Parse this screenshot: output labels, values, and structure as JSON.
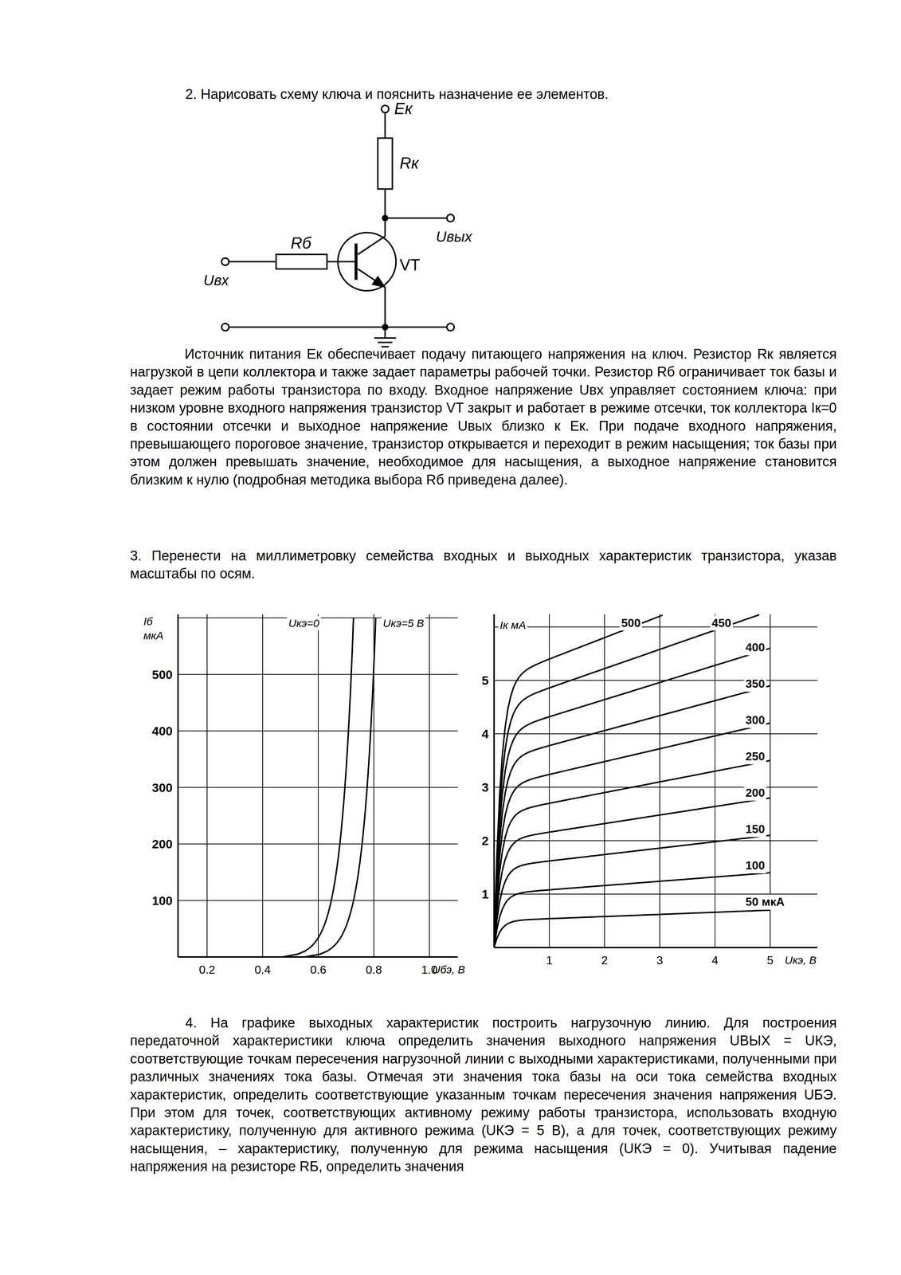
{
  "diagram": {
    "labels": [
      "2. Нарисовать схему ключа и пояснить назначение ее элементов.",
      "Eк",
      "Rк",
      "Rб",
      "VT",
      "Uвх",
      "Uвых",
      "Источник питания Eк обеспечивает подачу питающего напряжения на ключ. Резистор Rк является нагрузкой в цепи коллектора и также задает параметры рабочей точки. Резистор Rб ограничивает ток базы и задает режим работы транзистора по входу. Входное напряжение Uвх управляет состоянием ключа: при низком уровне входного напряжения транзистор VT закрыт и работает в режиме отсечки, ток коллектора Iк=0 в состоянии отсечки и выходное напряжение Uвых близко к Eк. При подаче входного напряжения, превышающего пороговое значение, транзистор открывается и переходит в режим насыщения; ток базы при этом должен превышать значение, необходимое для насыщения, а выходное напряжение становится близким к нулю (подробная методика выбора Rб приведена далее).",
      "3. Перенести на миллиметровку семейства входных и выходных характеристик транзистора, указав масштабы по осям.",
      "Iб мкА",
      "500",
      "400",
      "300",
      "200",
      "100",
      "0.2",
      "0.4",
      "0.6",
      "0.8",
      "1.0",
      "Uбэ, В",
      "Uкэ=0",
      "Uкэ=5 В",
      "Iк мА",
      "5",
      "4",
      "3",
      "2",
      "1",
      "1",
      "2",
      "3",
      "4",
      "5",
      "Uкэ, В",
      "500",
      "450",
      "400",
      "350",
      "300",
      "250",
      "200",
      "150",
      "100",
      "50 мкА",
      "4. На графике выходных характеристик построить нагрузочную линию. Для построения передаточной характеристики ключа определить значения выходного напряжения UВЫХ = UКЭ, соответствующие точкам пересечения нагрузочной линии с выходными характеристиками, полученными при различных значениях тока базы. Отмечая эти значения тока базы на оси тока семейства входных характеристик, определить соответствующие указанным точкам пересечения значения напряжения UБЭ. При этом для точек, соответствующих активному режиму работы транзистора, использовать входную характеристику, полученную для активного режима (UКЭ = 5 В), а для точек, соответствующих режиму насыщения, – характеристику, полученную для режима насыщения (UКЭ = 0). Учитывая падение напряжения на резисторе RБ, определить значения"
    ]
  }
}
